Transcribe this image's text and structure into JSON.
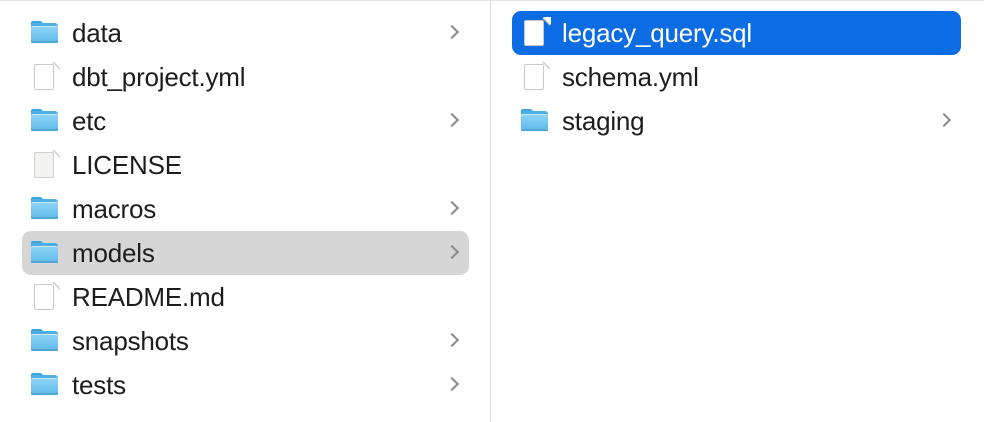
{
  "window": {
    "title": "Finder Column View",
    "background": "#ffffff",
    "divider_color": "#dcdcdc",
    "selection_grey": "#d6d6d6",
    "selection_blue": "#0b6ce4",
    "text_color": "#1d1d1f",
    "selected_text_color": "#ffffff",
    "chevron_color": "#8a8a8e"
  },
  "columns": [
    {
      "name": "parent-column",
      "items": [
        {
          "label": "data",
          "icon": "folder-icon",
          "kind": "folder",
          "chevron": true,
          "state": "normal"
        },
        {
          "label": "dbt_project.yml",
          "icon": "document-icon",
          "kind": "file",
          "chevron": false,
          "state": "normal"
        },
        {
          "label": "etc",
          "icon": "folder-icon",
          "kind": "folder",
          "chevron": true,
          "state": "normal"
        },
        {
          "label": "LICENSE",
          "icon": "document-plain-icon",
          "kind": "file",
          "chevron": false,
          "state": "normal"
        },
        {
          "label": "macros",
          "icon": "folder-icon",
          "kind": "folder",
          "chevron": true,
          "state": "normal"
        },
        {
          "label": "models",
          "icon": "folder-icon",
          "kind": "folder",
          "chevron": true,
          "state": "selected-inactive"
        },
        {
          "label": "README.md",
          "icon": "document-icon",
          "kind": "file",
          "chevron": false,
          "state": "normal"
        },
        {
          "label": "snapshots",
          "icon": "folder-icon",
          "kind": "folder",
          "chevron": true,
          "state": "normal"
        },
        {
          "label": "tests",
          "icon": "folder-icon",
          "kind": "folder",
          "chevron": true,
          "state": "normal"
        }
      ]
    },
    {
      "name": "child-column",
      "items": [
        {
          "label": "legacy_query.sql",
          "icon": "document-icon",
          "kind": "file",
          "chevron": false,
          "state": "selected-active"
        },
        {
          "label": "schema.yml",
          "icon": "document-icon",
          "kind": "file",
          "chevron": false,
          "state": "normal"
        },
        {
          "label": "staging",
          "icon": "folder-icon",
          "kind": "folder",
          "chevron": true,
          "state": "normal"
        }
      ]
    }
  ]
}
